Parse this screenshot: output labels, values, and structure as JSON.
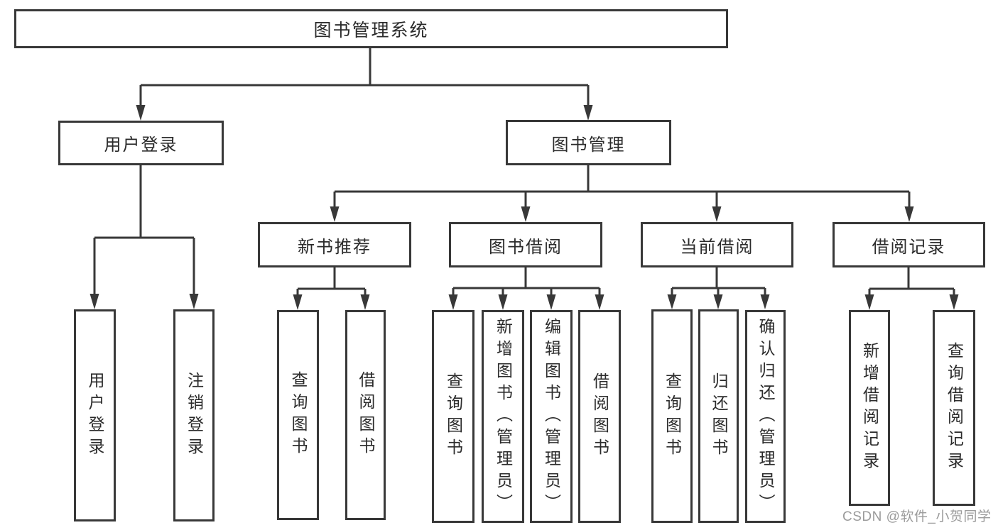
{
  "diagram": {
    "type": "hierarchy-tree",
    "colors": {
      "line": "#383838",
      "box_border": "#383838",
      "text": "#2b2b2b",
      "watermark": "#9b9b9b",
      "background": "#ffffff"
    },
    "watermark": "CSDN @软件_小贺同学",
    "nodes": {
      "root": {
        "label": "图书管理系统"
      },
      "user_login": {
        "label": "用户登录"
      },
      "book_mgmt": {
        "label": "图书管理"
      },
      "new_book_rec": {
        "label": "新书推荐"
      },
      "book_borrow": {
        "label": "图书借阅"
      },
      "current_borrow": {
        "label": "当前借阅"
      },
      "borrow_record": {
        "label": "借阅记录"
      },
      "login_user": {
        "label": "用户登录"
      },
      "login_logout": {
        "label": "注销登录"
      },
      "rec_query": {
        "label": "查询图书"
      },
      "rec_borrow": {
        "label": "借阅图书"
      },
      "bb_query": {
        "label": "查询图书"
      },
      "bb_add": {
        "label": "新增图书（管理员）"
      },
      "bb_edit": {
        "label": "编辑图书（管理员）"
      },
      "bb_borrow": {
        "label": "借阅图书"
      },
      "cb_query": {
        "label": "查询图书"
      },
      "cb_return": {
        "label": "归还图书"
      },
      "cb_confirm": {
        "label": "确认归还（管理员）"
      },
      "br_add": {
        "label": "新增借阅记录"
      },
      "br_query": {
        "label": "查询借阅记录"
      }
    },
    "hierarchy": {
      "root": [
        "user_login",
        "book_mgmt"
      ],
      "user_login": [
        "login_user",
        "login_logout"
      ],
      "book_mgmt": [
        "new_book_rec",
        "book_borrow",
        "current_borrow",
        "borrow_record"
      ],
      "new_book_rec": [
        "rec_query",
        "rec_borrow"
      ],
      "book_borrow": [
        "bb_query",
        "bb_add",
        "bb_edit",
        "bb_borrow"
      ],
      "current_borrow": [
        "cb_query",
        "cb_return",
        "cb_confirm"
      ],
      "borrow_record": [
        "br_add",
        "br_query"
      ]
    }
  }
}
